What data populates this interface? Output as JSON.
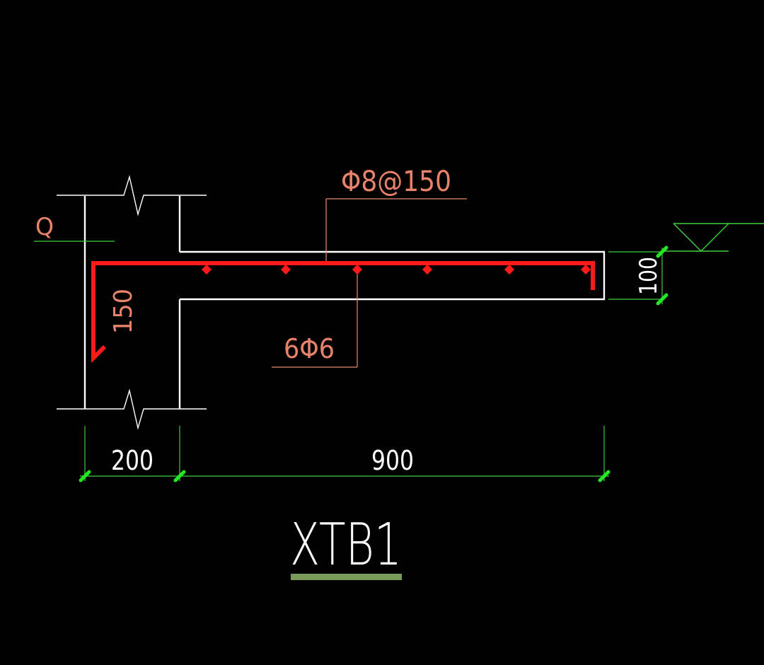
{
  "drawing": {
    "title": "XTB1",
    "labels": {
      "wall_label": "Q",
      "top_rebar": "Φ8@150",
      "dist_rebar": "6Φ6",
      "anchor_length": "150",
      "slab_thickness": "100",
      "wall_width": "200",
      "cantilever_length": "900"
    }
  },
  "colors": {
    "background": "#000000",
    "outline": "#ffffff",
    "rebar": "#ff1a1a",
    "leader": "#e88a6a",
    "label": "#e8826a",
    "dimension_line": "#3ecf3e",
    "dimension_tick": "#22e822",
    "level_symbol": "#3ecf3e",
    "title_underline": "#7a9a5a"
  }
}
